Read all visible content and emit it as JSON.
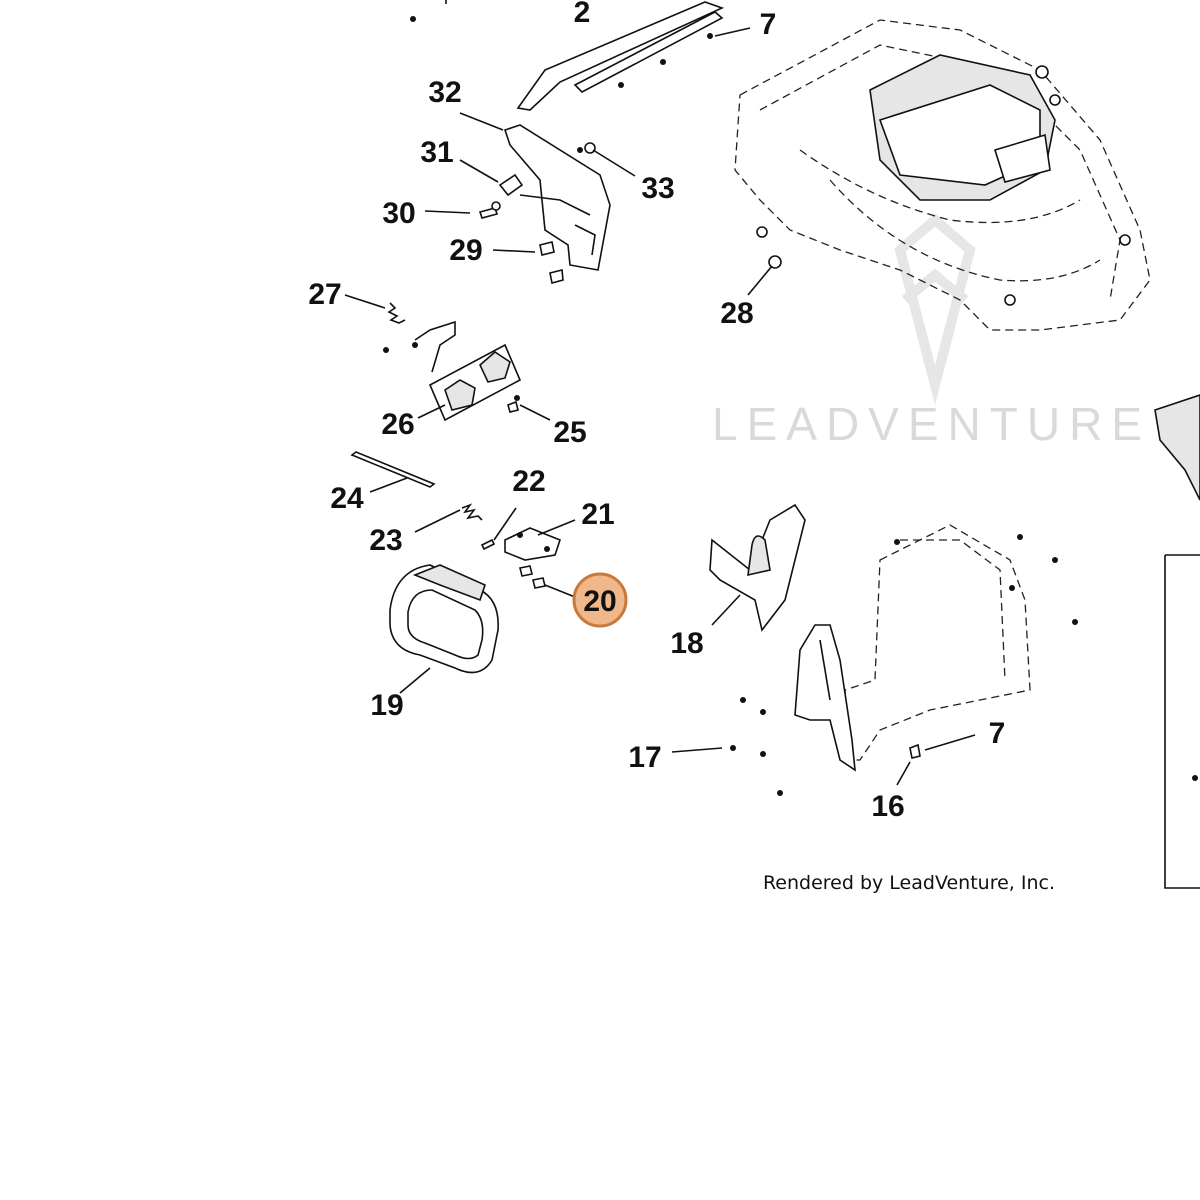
{
  "callouts": {
    "c2": "2",
    "c7a": "7",
    "c32": "32",
    "c31": "31",
    "c33": "33",
    "c30": "30",
    "c29": "29",
    "c28": "28",
    "c27": "27",
    "c26": "26",
    "c25": "25",
    "c24": "24",
    "c22": "22",
    "c21": "21",
    "c23": "23",
    "c20": "20",
    "c18": "18",
    "c19": "19",
    "c17": "17",
    "c7b": "7",
    "c16": "16"
  },
  "highlighted_part": "20",
  "watermark": "LEADVENTURE",
  "credit": "Rendered by LeadVenture, Inc.",
  "colors": {
    "highlight_fill": "#f0b88a",
    "highlight_stroke": "#c8793a",
    "watermark": "#d9d9d9"
  }
}
